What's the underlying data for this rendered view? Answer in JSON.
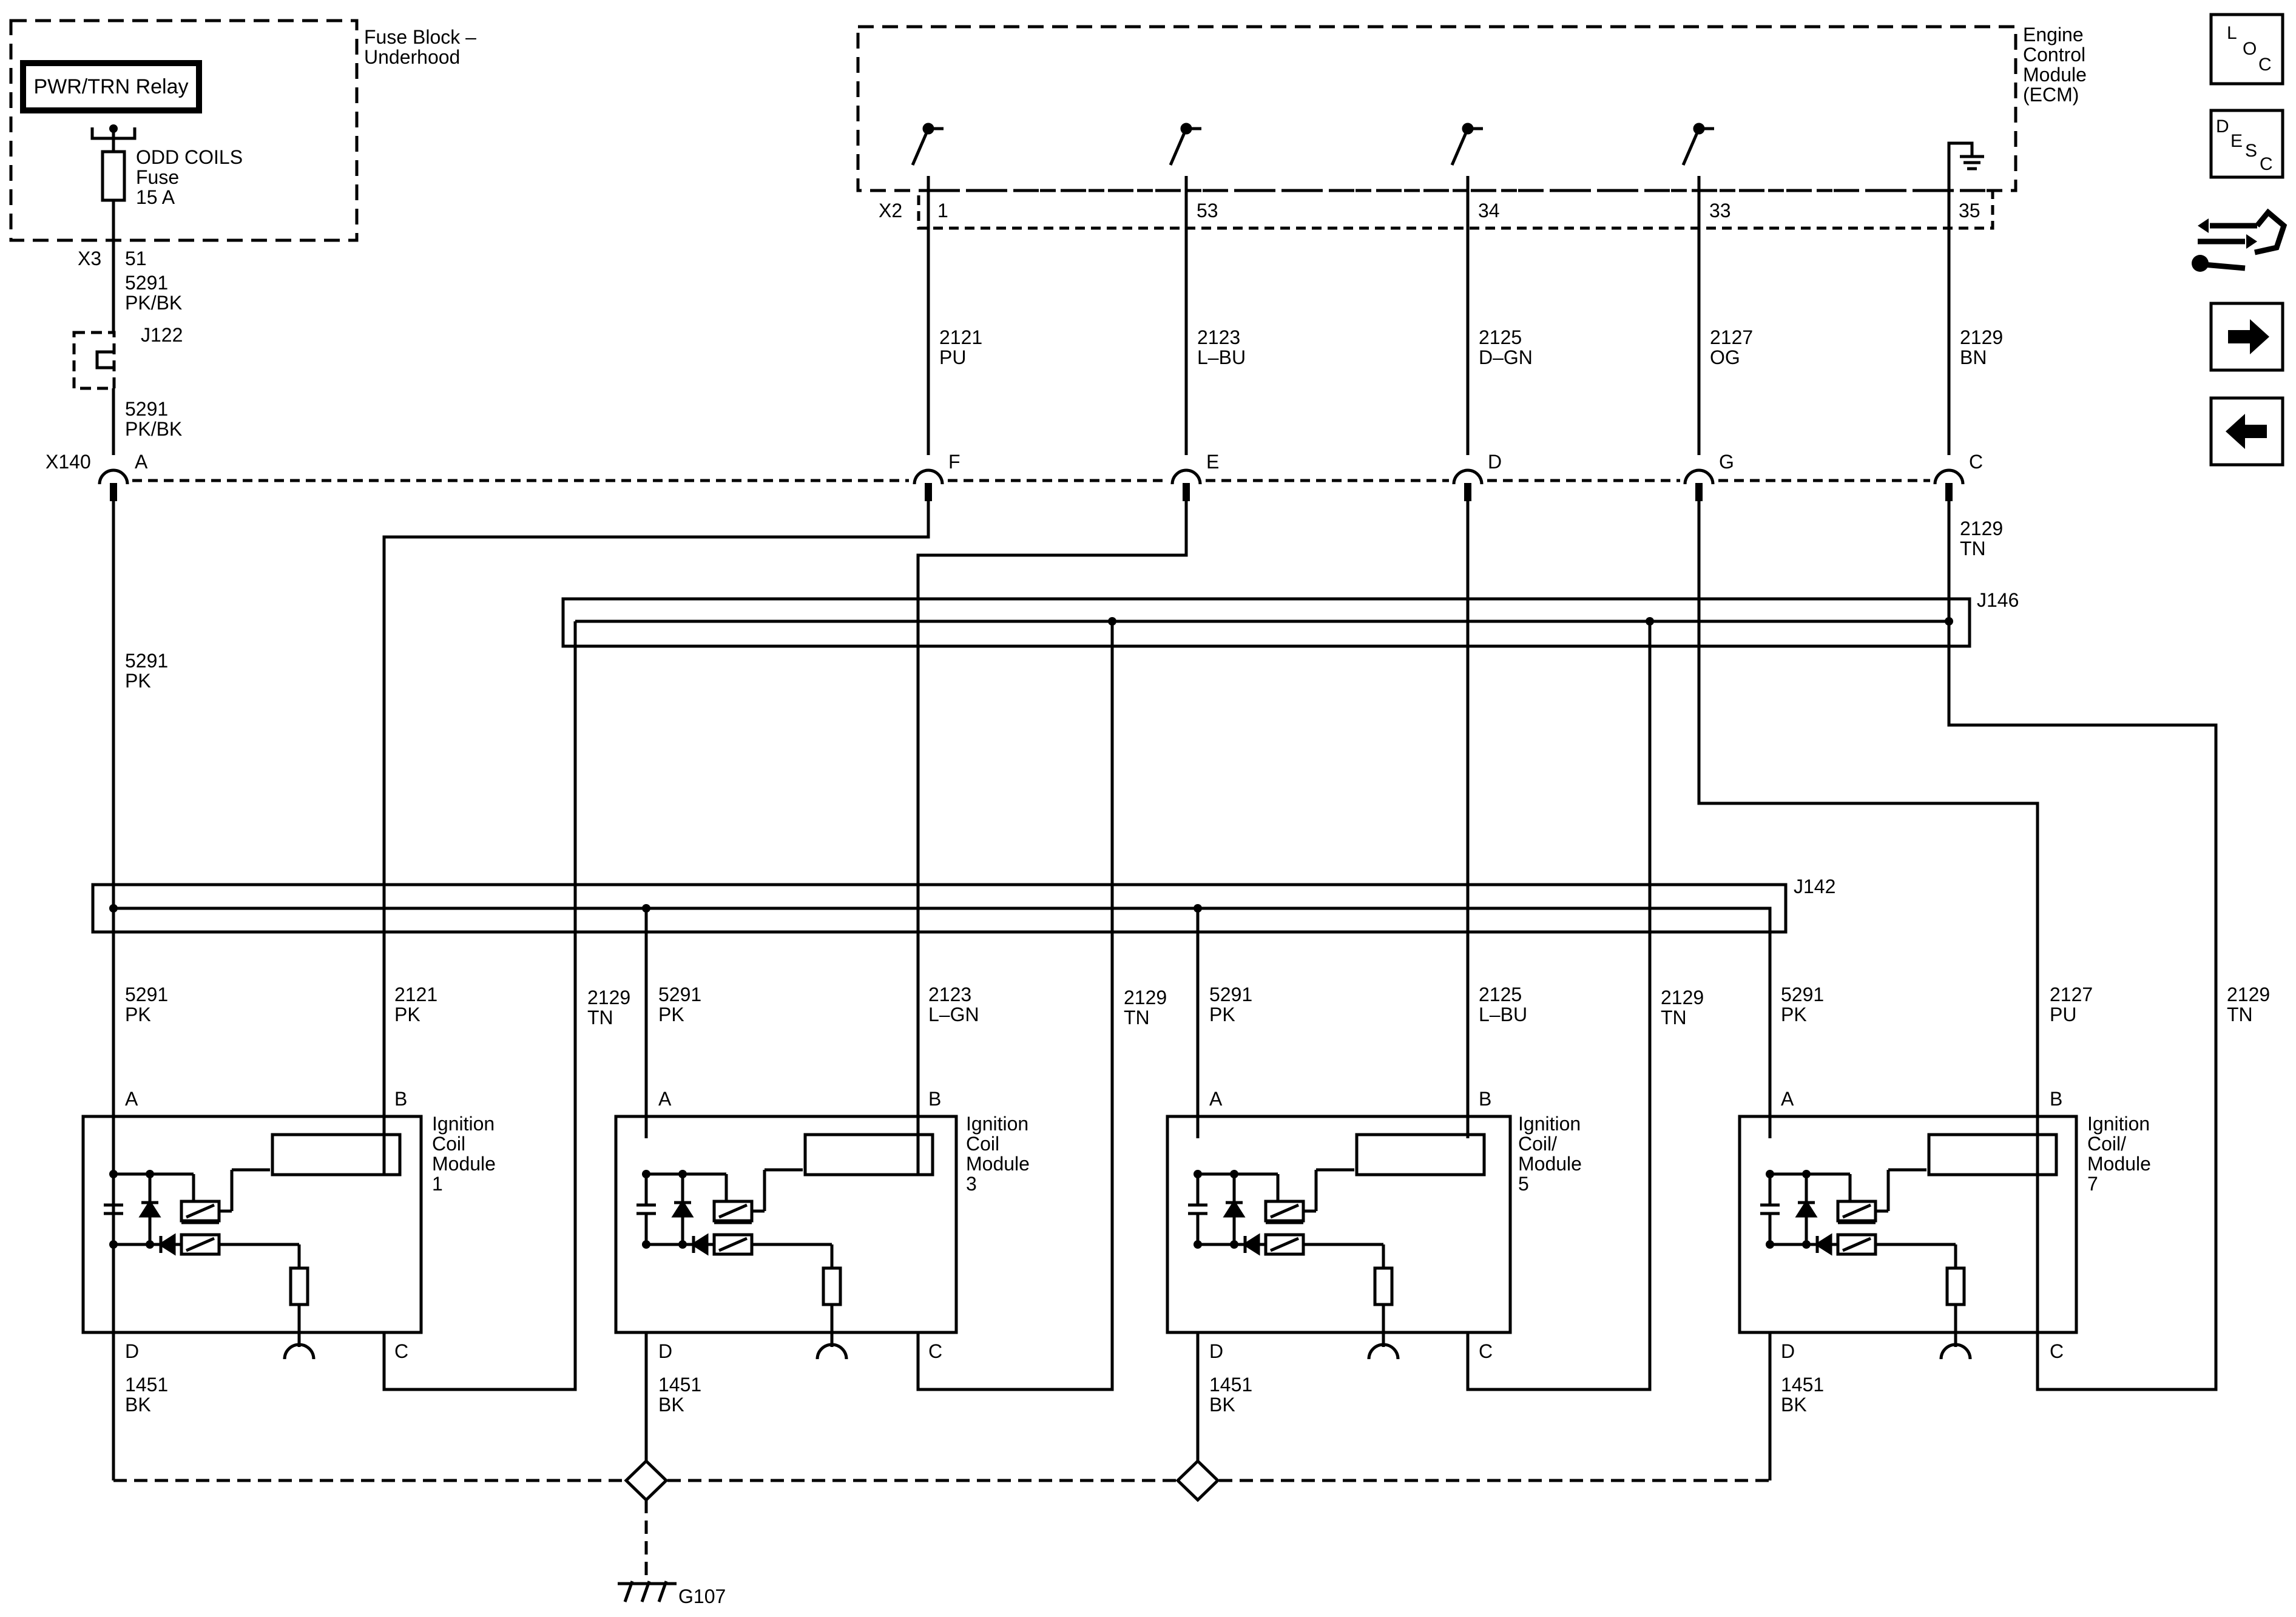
{
  "fuse_block": {
    "title_line1": "Fuse Block –",
    "title_line2": "Underhood",
    "relay": "PWR/TRN Relay",
    "fuse_line1": "ODD COILS",
    "fuse_line2": "Fuse",
    "fuse_line3": "15 A",
    "connector": "X3",
    "pin": "51"
  },
  "ecm": {
    "title_line1": "Engine",
    "title_line2": "Control",
    "title_line3": "Module",
    "title_line4": "(ECM)",
    "connector": "X2",
    "pins": [
      "1",
      "53",
      "34",
      "33",
      "35"
    ]
  },
  "wires": {
    "w5291": "5291",
    "pkbk": "PK/BK",
    "pk": "PK",
    "w2121": "2121",
    "w2123": "2123",
    "w2125": "2125",
    "w2127": "2127",
    "w2129": "2129",
    "pu": "PU",
    "lbu": "L–BU",
    "dgn": "D–GN",
    "og": "OG",
    "bn": "BN",
    "tn": "TN",
    "lgn": "L–GN",
    "w1451": "1451",
    "bk": "BK"
  },
  "splices": {
    "j122": "J122",
    "j146": "J146",
    "j142": "J142"
  },
  "inline": {
    "name": "X140",
    "pins": [
      "A",
      "F",
      "E",
      "D",
      "G",
      "C"
    ]
  },
  "coil_pins": {
    "a": "A",
    "b": "B",
    "c": "C",
    "d": "D"
  },
  "modules": [
    {
      "l1": "Ignition",
      "l2": "Coil",
      "l3": "Module",
      "l4": "1"
    },
    {
      "l1": "Ignition",
      "l2": "Coil",
      "l3": "Module",
      "l4": "3"
    },
    {
      "l1": "Ignition",
      "l2": "Coil/",
      "l3": "Module",
      "l4": "5"
    },
    {
      "l1": "Ignition",
      "l2": "Coil/",
      "l3": "Module",
      "l4": "7"
    }
  ],
  "ground": "G107",
  "nav": {
    "loc": [
      "L",
      "O",
      "C"
    ],
    "desc": [
      "D",
      "E",
      "S",
      "C"
    ],
    "items": [
      "loc-button",
      "desc-button",
      "connector-info-button",
      "next-button",
      "previous-button"
    ]
  }
}
